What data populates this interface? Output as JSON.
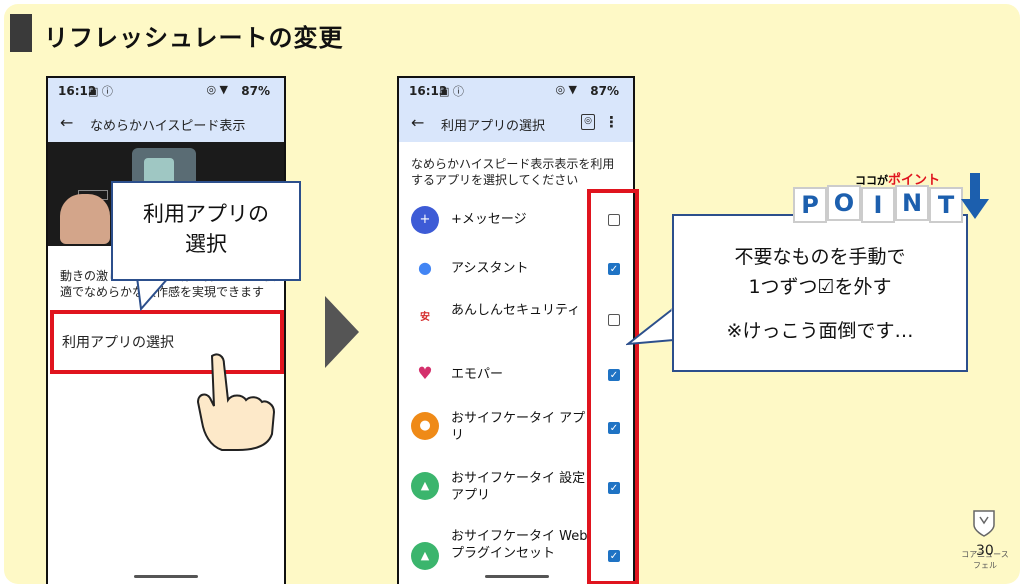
{
  "slide": {
    "title": "リフレッシュレートの変更",
    "page_number": "30",
    "logo_text": "コアニュースフェル"
  },
  "phone_left": {
    "status_time": "16:12",
    "status_icons": "▣ ⓘ",
    "status_signal": "◎ ▼",
    "battery": "87%",
    "screen_title": "なめらかハイスピード表示",
    "back_glyph": "←",
    "description": "動きの激しい映像の残像を抑え、より快適でなめらかな操作感を実現できます",
    "row_label": "利用アプリの選択"
  },
  "bubble_left": {
    "line1": "利用アプリの",
    "line2": "選択"
  },
  "phone_right": {
    "status_time": "16:13",
    "status_icons": "▣ ⓘ",
    "status_signal": "◎ ▼",
    "battery": "87%",
    "screen_title": "利用アプリの選択",
    "back_glyph": "←",
    "menu_glyph": "⋮",
    "hint": "なめらかハイスピード表示表示を利用するアプリを選択してください",
    "apps": [
      {
        "name": "+メッセージ",
        "checked": false,
        "icon": "message-icon",
        "color": "#3d5bd6",
        "glyph": "+"
      },
      {
        "name": "アシスタント",
        "checked": true,
        "icon": "assistant-icon",
        "color": "#ffffff",
        "glyph": "●"
      },
      {
        "name": "あんしんセキュリティ",
        "checked": false,
        "icon": "security-icon",
        "color": "#ffffff",
        "glyph": "安"
      },
      {
        "name": "エモパー",
        "checked": true,
        "icon": "emopa-icon",
        "color": "#ffffff",
        "glyph": "♥"
      },
      {
        "name": "おサイフケータイ アプリ",
        "checked": true,
        "icon": "wallet-icon",
        "color": "#ef8a17",
        "glyph": "●"
      },
      {
        "name": "おサイフケータイ 設定アプリ",
        "checked": true,
        "icon": "android-icon",
        "color": "#3bb56d",
        "glyph": "▲"
      },
      {
        "name": "おサイフケータイ Webプラグインセット",
        "checked": true,
        "icon": "android-icon",
        "color": "#3bb56d",
        "glyph": "▲"
      }
    ]
  },
  "point": {
    "top_text_black": "ココが",
    "top_text_red": "ポイント",
    "letters": [
      "P",
      "O",
      "I",
      "N",
      "T"
    ]
  },
  "bubble_right": {
    "line1": "不要なものを手動で",
    "line2": "1つずつ☑を外す",
    "line3": "※けっこう面倒です…"
  },
  "colors": {
    "slide_bg": "#fef9c6",
    "highlight_red": "#e0141e",
    "bubble_border": "#2c4f8c",
    "checkbox_blue": "#1f73c4",
    "appbar_bg": "#d9e6fb"
  }
}
